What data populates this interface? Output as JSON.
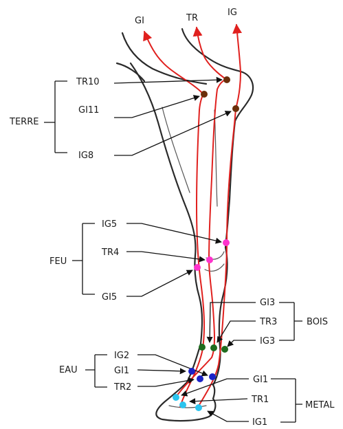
{
  "meridians": {
    "gi": "GI",
    "tr": "TR",
    "ig": "IG"
  },
  "groups": {
    "terre": {
      "title": "TERRE",
      "items": [
        "TR10",
        "GI11",
        "IG8"
      ],
      "color": "#6b2e0a"
    },
    "feu": {
      "title": "FEU",
      "items": [
        "IG5",
        "TR4",
        "GI5"
      ],
      "color": "#ff33cc"
    },
    "bois": {
      "title": "BOIS",
      "items": [
        "GI3",
        "TR3",
        "IG3"
      ],
      "color": "#1e6b1e"
    },
    "eau": {
      "title": "EAU",
      "items": [
        "IG2",
        "GI1",
        "TR2"
      ],
      "color": "#1a22c8"
    },
    "metal": {
      "title": "METAL",
      "items": [
        "GI1",
        "TR1",
        "IG1"
      ],
      "color": "#2bc4ee"
    }
  },
  "colors": {
    "meridian_line": "#e0201e",
    "outline": "#2a2a2a"
  }
}
